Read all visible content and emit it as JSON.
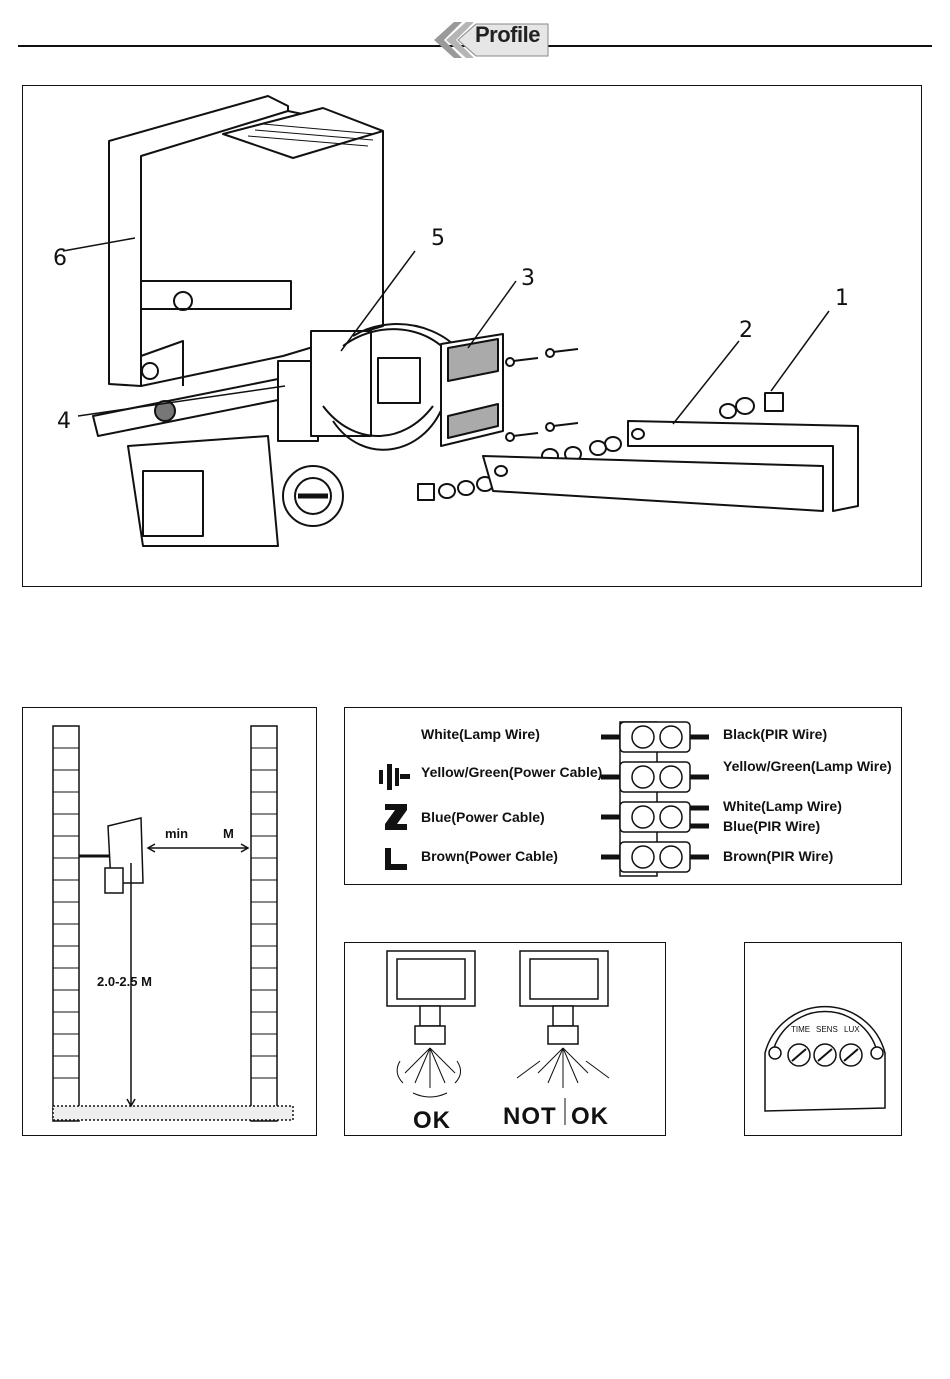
{
  "header": {
    "logo_text": "Profile"
  },
  "fig_exploded": {
    "callouts": [
      "1",
      "2",
      "3",
      "4",
      "5",
      "6"
    ]
  },
  "fig_mounting": {
    "min_label": "min",
    "m_label": "M",
    "height_label": "2.0-2.5 M"
  },
  "fig_wiring": {
    "left": [
      "White(Lamp Wire)",
      "Yellow/Green(Power Cable)",
      "Blue(Power Cable)",
      "Brown(Power Cable)"
    ],
    "right": [
      "Black(PIR Wire)",
      "Yellow/Green(Lamp Wire)",
      "White(Lamp Wire)",
      "Blue(PIR Wire)",
      "Brown(PIR Wire)"
    ],
    "symbols": [
      "earth-icon",
      "neutral-icon",
      "live-icon"
    ]
  },
  "fig_orientation": {
    "ok_label": "OK",
    "not_label": "NOT",
    "not_ok_label": "OK"
  },
  "fig_controls": {
    "knobs": [
      "TIME",
      "SENS",
      "LUX"
    ]
  }
}
